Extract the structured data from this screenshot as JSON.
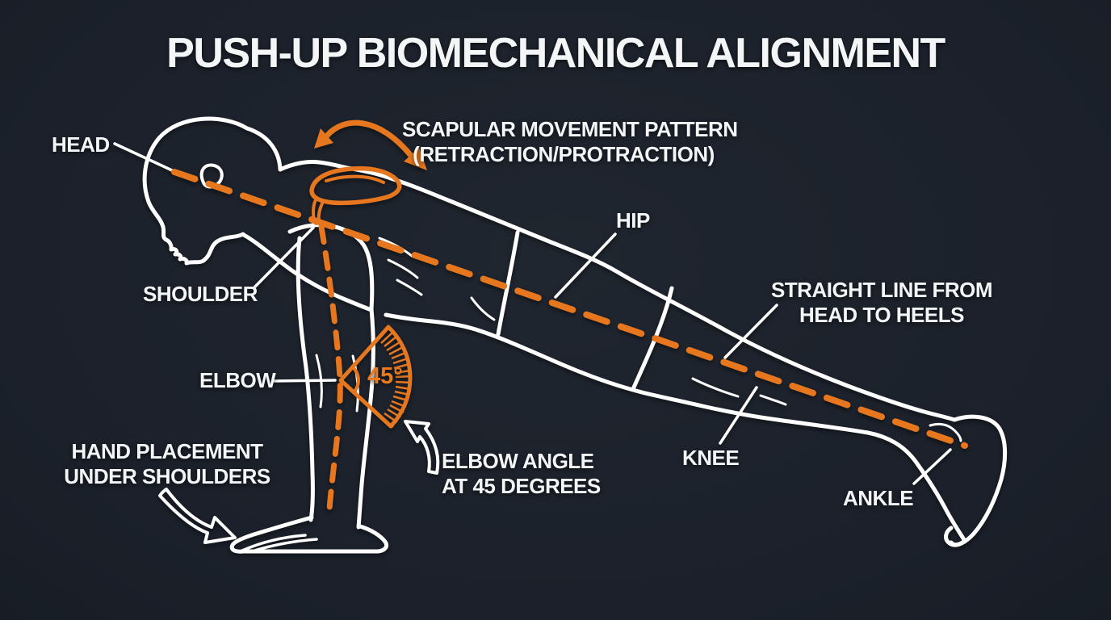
{
  "title": "PUSH-UP BIOMECHANICAL ALIGNMENT",
  "colors": {
    "background": "#1b202a",
    "accent_orange": "#e6771f",
    "line_white": "#ffffff",
    "text_white": "#f3f5f7"
  },
  "joint_labels": {
    "head": "HEAD",
    "shoulder": "SHOULDER",
    "elbow": "ELBOW",
    "hip": "HIP",
    "knee": "KNEE",
    "ankle": "ANKLE"
  },
  "annotations": {
    "scapular": {
      "line1": "SCAPULAR MOVEMENT PATTERN",
      "line2": "(RETRACTION/PROTRACTION)"
    },
    "straight_line": {
      "line1": "STRAIGHT LINE FROM",
      "line2": "HEAD TO HEELS"
    },
    "hand_placement": {
      "line1": "HAND PLACEMENT",
      "line2": "UNDER SHOULDERS"
    },
    "elbow_angle": {
      "line1": "ELBOW ANGLE",
      "line2": "AT 45 DEGREES"
    },
    "angle_value": "45°"
  }
}
